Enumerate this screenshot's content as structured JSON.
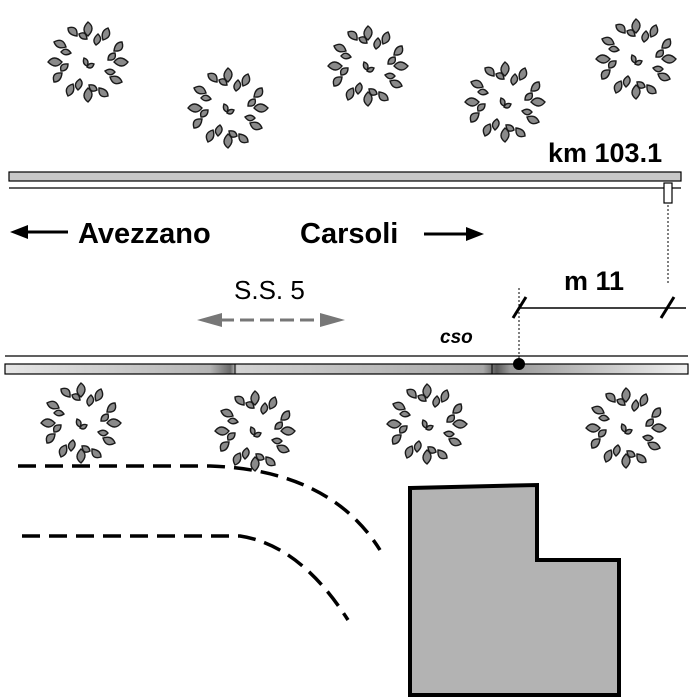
{
  "labels": {
    "km_marker": "km  103.1",
    "westbound": "Avezzano",
    "eastbound": "Carsoli",
    "road_name": "S.S. 5",
    "distance": "m 11",
    "site_code": "cso"
  },
  "colors": {
    "ink": "#000000",
    "road_fill": "#c8c8c8",
    "building_fill": "#b3b3b3",
    "foliage_fill": "#8a8a8a"
  },
  "icons": [
    "tree-icon",
    "arrow-left-icon",
    "arrow-right-icon",
    "double-arrow-icon",
    "site-point-icon"
  ]
}
